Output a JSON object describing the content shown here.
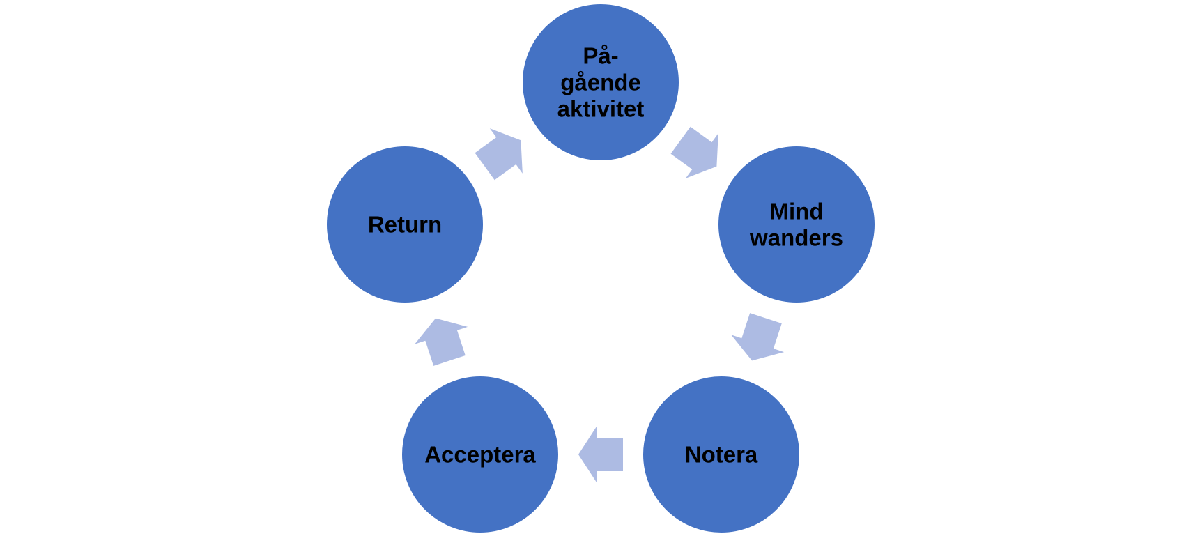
{
  "colors": {
    "node_fill": "#4472c4",
    "arrow_fill": "#adbbe3",
    "label_text": "#000000",
    "background": "#ffffff"
  },
  "nodes": [
    {
      "id": "ongoing-activity",
      "lines": [
        "På-",
        "gående",
        "aktivitet"
      ]
    },
    {
      "id": "mind-wanders",
      "lines": [
        "Mind",
        "wanders"
      ]
    },
    {
      "id": "notera",
      "lines": [
        "Notera"
      ]
    },
    {
      "id": "acceptera",
      "lines": [
        "Acceptera"
      ]
    },
    {
      "id": "return",
      "lines": [
        "Return"
      ]
    }
  ],
  "flow": [
    {
      "from": "ongoing-activity",
      "to": "mind-wanders"
    },
    {
      "from": "mind-wanders",
      "to": "notera"
    },
    {
      "from": "notera",
      "to": "acceptera"
    },
    {
      "from": "acceptera",
      "to": "return"
    },
    {
      "from": "return",
      "to": "ongoing-activity"
    }
  ]
}
